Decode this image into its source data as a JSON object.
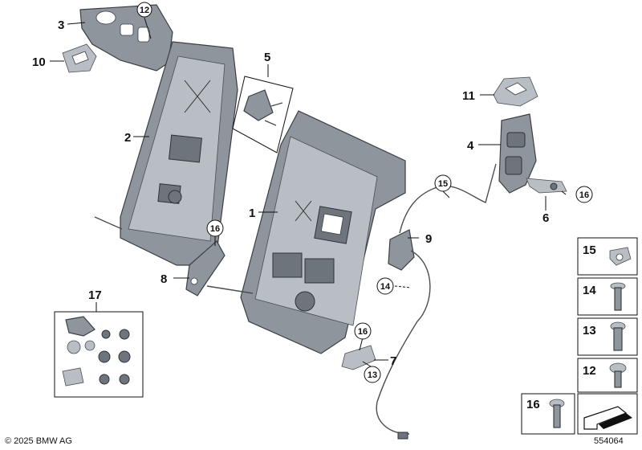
{
  "parts": {
    "p1": "1",
    "p2": "2",
    "p3": "3",
    "p4": "4",
    "p5": "5",
    "p6": "6",
    "p7": "7",
    "p8": "8",
    "p9": "9",
    "p10": "10",
    "p11": "11",
    "p17": "17"
  },
  "callouts": {
    "c12": "12",
    "c15": "15",
    "c16a": "16",
    "c16b": "16",
    "c16c": "16",
    "c14": "14",
    "c13": "13"
  },
  "legend": {
    "l15": "15",
    "l14": "14",
    "l13": "13",
    "l12": "12",
    "l16": "16"
  },
  "footer": {
    "copyright": "© 2025 BMW AG",
    "diagram_number": "554064"
  }
}
